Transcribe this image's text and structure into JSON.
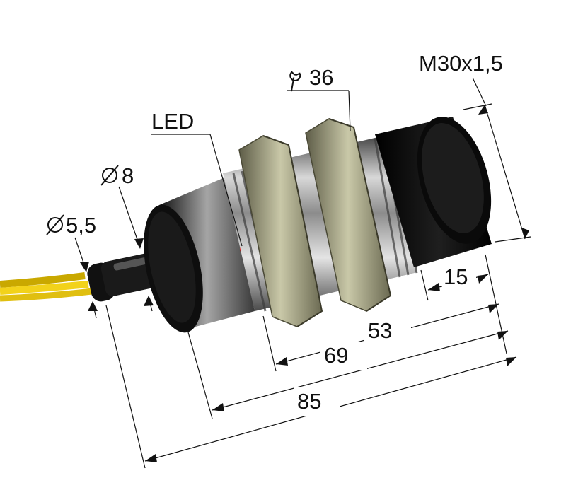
{
  "labels": {
    "thread": "M30x1,5",
    "wrench_size": "36",
    "led": "LED",
    "dia_body_end": "8",
    "dia_cable": "5,5",
    "dim_cap_length": "15",
    "dim_thread_length": "53",
    "dim_body_length": "69",
    "dim_total_length": "85"
  },
  "icons": {
    "diameter": "diameter-symbol",
    "wrench": "wrench-icon"
  },
  "colors": {
    "cable": "#f2d21a",
    "led": "#ff1a1a",
    "cap": "#0b0b0b",
    "nut": "#9b9a7e",
    "metal": "#b8b8b8"
  }
}
